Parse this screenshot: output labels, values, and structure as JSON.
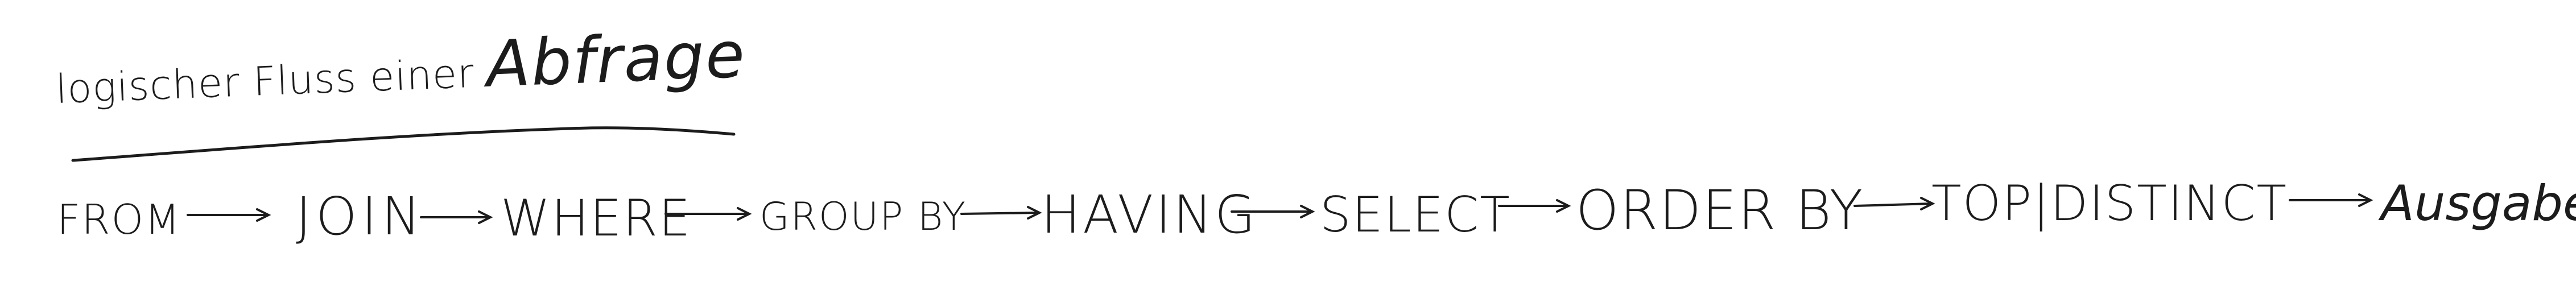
{
  "title": {
    "prefix": "logischer Fluss einer",
    "emphasis": "Abfrage"
  },
  "flow": {
    "steps": [
      "FROM",
      "JOIN",
      "WHERE",
      "GROUP BY",
      "HAVING",
      "SELECT",
      "ORDER BY",
      "TOP|DISTINCT",
      "Ausgabe"
    ]
  },
  "colors": {
    "ink": "#1c1c1c",
    "background": "#ffffff"
  }
}
